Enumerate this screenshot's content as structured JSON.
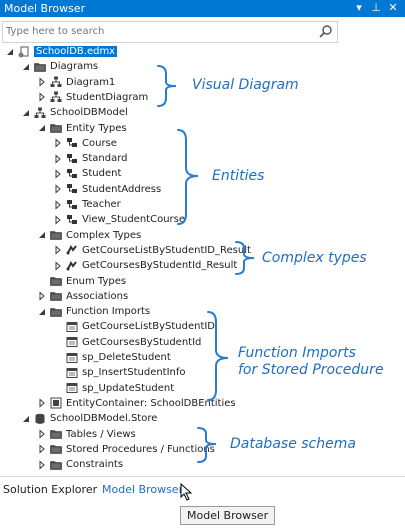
{
  "window": {
    "title": "Model Browser",
    "controls": {
      "dropdown": "▾",
      "pin": "⊥",
      "close": "✕"
    }
  },
  "search": {
    "placeholder": "Type here to search",
    "value": ""
  },
  "tree": [
    {
      "label": "SchoolDB.edmx",
      "icon": "edmx-icon",
      "level": 0,
      "expand": "expanded",
      "selected": true
    },
    {
      "label": "Diagrams",
      "icon": "folder-icon",
      "level": 1,
      "expand": "expanded"
    },
    {
      "label": "Diagram1",
      "icon": "diagram-icon",
      "level": 2,
      "expand": "collapsed"
    },
    {
      "label": "StudentDiagram",
      "icon": "diagram-icon",
      "level": 2,
      "expand": "collapsed"
    },
    {
      "label": "SchoolDBModel",
      "icon": "model-icon",
      "level": 1,
      "expand": "expanded"
    },
    {
      "label": "Entity Types",
      "icon": "folder-icon",
      "level": 2,
      "expand": "expanded"
    },
    {
      "label": "Course",
      "icon": "entity-icon",
      "level": 3,
      "expand": "collapsed"
    },
    {
      "label": "Standard",
      "icon": "entity-icon",
      "level": 3,
      "expand": "collapsed"
    },
    {
      "label": "Student",
      "icon": "entity-icon",
      "level": 3,
      "expand": "collapsed"
    },
    {
      "label": "StudentAddress",
      "icon": "entity-icon",
      "level": 3,
      "expand": "collapsed"
    },
    {
      "label": "Teacher",
      "icon": "entity-icon",
      "level": 3,
      "expand": "collapsed"
    },
    {
      "label": "View_StudentCourse",
      "icon": "entity-icon",
      "level": 3,
      "expand": "collapsed"
    },
    {
      "label": "Complex Types",
      "icon": "folder-icon",
      "level": 2,
      "expand": "expanded"
    },
    {
      "label": "GetCourseListByStudentID_Result",
      "icon": "complex-type-icon",
      "level": 3,
      "expand": "collapsed"
    },
    {
      "label": "GetCoursesByStudentId_Result",
      "icon": "complex-type-icon",
      "level": 3,
      "expand": "collapsed"
    },
    {
      "label": "Enum Types",
      "icon": "folder-icon",
      "level": 2,
      "expand": "none"
    },
    {
      "label": "Associations",
      "icon": "folder-icon",
      "level": 2,
      "expand": "collapsed"
    },
    {
      "label": "Function Imports",
      "icon": "folder-icon",
      "level": 2,
      "expand": "expanded"
    },
    {
      "label": "GetCourseListByStudentID",
      "icon": "function-import-icon",
      "level": 3,
      "expand": "none"
    },
    {
      "label": "GetCoursesByStudentId",
      "icon": "function-import-icon",
      "level": 3,
      "expand": "none"
    },
    {
      "label": "sp_DeleteStudent",
      "icon": "function-import-icon",
      "level": 3,
      "expand": "none"
    },
    {
      "label": "sp_InsertStudentInfo",
      "icon": "function-import-icon",
      "level": 3,
      "expand": "none"
    },
    {
      "label": "sp_UpdateStudent",
      "icon": "function-import-icon",
      "level": 3,
      "expand": "none"
    },
    {
      "label": "EntityContainer: SchoolDBEntities",
      "icon": "container-icon",
      "level": 2,
      "expand": "collapsed"
    },
    {
      "label": "SchoolDBModel.Store",
      "icon": "database-icon",
      "level": 1,
      "expand": "expanded"
    },
    {
      "label": "Tables / Views",
      "icon": "folder-icon",
      "level": 2,
      "expand": "collapsed"
    },
    {
      "label": "Stored Procedures / Functions",
      "icon": "folder-icon",
      "level": 2,
      "expand": "collapsed"
    },
    {
      "label": "Constraints",
      "icon": "folder-icon",
      "level": 2,
      "expand": "collapsed"
    }
  ],
  "annotations": {
    "visual_diagram": "Visual Diagram",
    "entities": "Entities",
    "complex_types": "Complex types",
    "function_imports_line1": "Function Imports",
    "function_imports_line2": "for Stored Procedure",
    "database_schema": "Database schema",
    "color": "#1f6fbf"
  },
  "bottom_tabs": [
    {
      "label": "Solution Explorer",
      "active": false
    },
    {
      "label": "Model Browser",
      "active": true
    }
  ],
  "tooltip": "Model Browser",
  "colors": {
    "accent": "#0078d4",
    "annotation": "#1f6fbf"
  }
}
